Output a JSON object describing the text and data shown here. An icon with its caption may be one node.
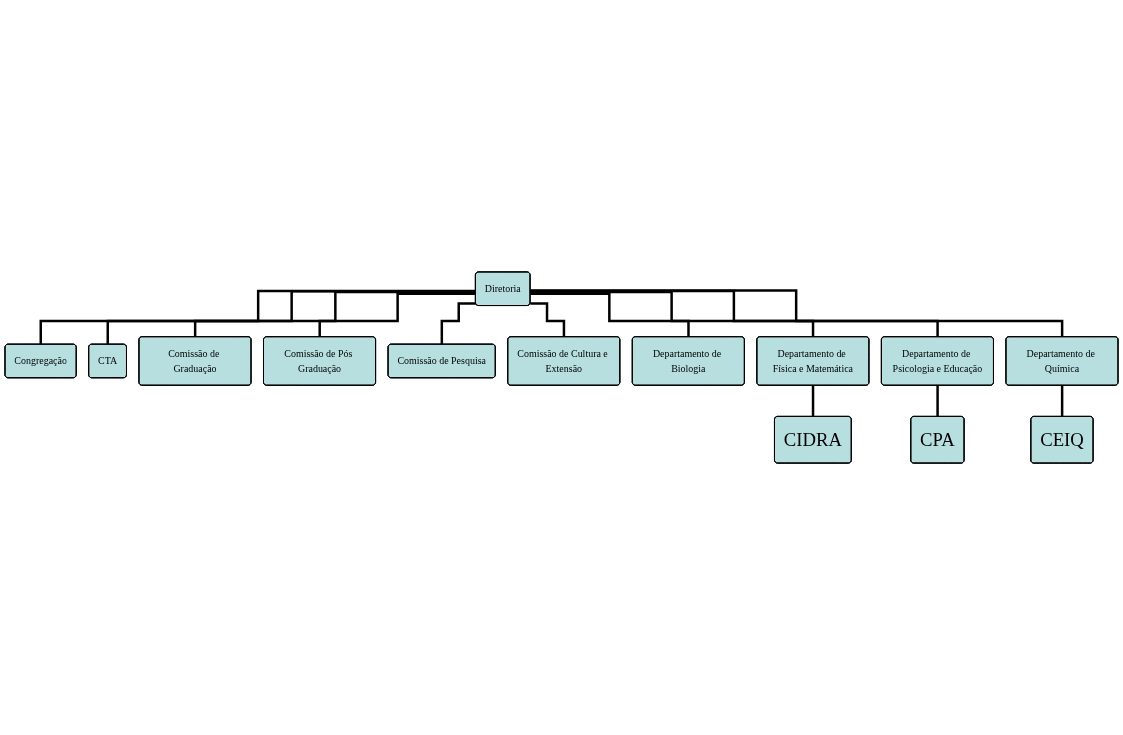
{
  "diagram": {
    "nodes": [
      {
        "text": [
          "Diretoria"
        ]
      },
      {
        "text": [
          "Congregação"
        ]
      },
      {
        "text": [
          "CTA"
        ]
      },
      {
        "text": [
          "Comissão de Graduação"
        ]
      },
      {
        "text": [
          "Comissão de Pós Graduação"
        ]
      },
      {
        "text": [
          "Comissão de Pesquisa"
        ]
      },
      {
        "text": [
          "Comissão de Cultura e Extensão"
        ]
      },
      {
        "text": [
          "Departamento de Biologia"
        ]
      },
      {
        "text": [
          "Departamento de Física e Matemática"
        ]
      },
      {
        "text": [
          "Departamento de Psicologia e Educação"
        ]
      },
      {
        "text": [
          "Departamento de Química"
        ]
      },
      {
        "text": [
          "CIDRA"
        ]
      },
      {
        "text": [
          "CPA"
        ]
      },
      {
        "text": [
          "CEIQ"
        ]
      }
    ],
    "edges": [
      {
        "from": 0,
        "to": 1,
        "arrow": "none"
      },
      {
        "from": 0,
        "to": 2,
        "arrow": "none"
      },
      {
        "from": 0,
        "to": 3,
        "arrow": "none"
      },
      {
        "from": 0,
        "to": 4,
        "arrow": "none"
      },
      {
        "from": 0,
        "to": 5,
        "arrow": "none"
      },
      {
        "from": 0,
        "to": 6,
        "arrow": "none"
      },
      {
        "from": 0,
        "to": 7,
        "arrow": "none"
      },
      {
        "from": 0,
        "to": 8,
        "arrow": "none"
      },
      {
        "from": 0,
        "to": 9,
        "arrow": "none"
      },
      {
        "from": 0,
        "to": 10,
        "arrow": "none"
      },
      {
        "from": 8,
        "to": 11,
        "arrow": "none"
      },
      {
        "from": 9,
        "to": 12,
        "arrow": "none"
      },
      {
        "from": 10,
        "to": 13,
        "arrow": "none"
      }
    ]
  }
}
